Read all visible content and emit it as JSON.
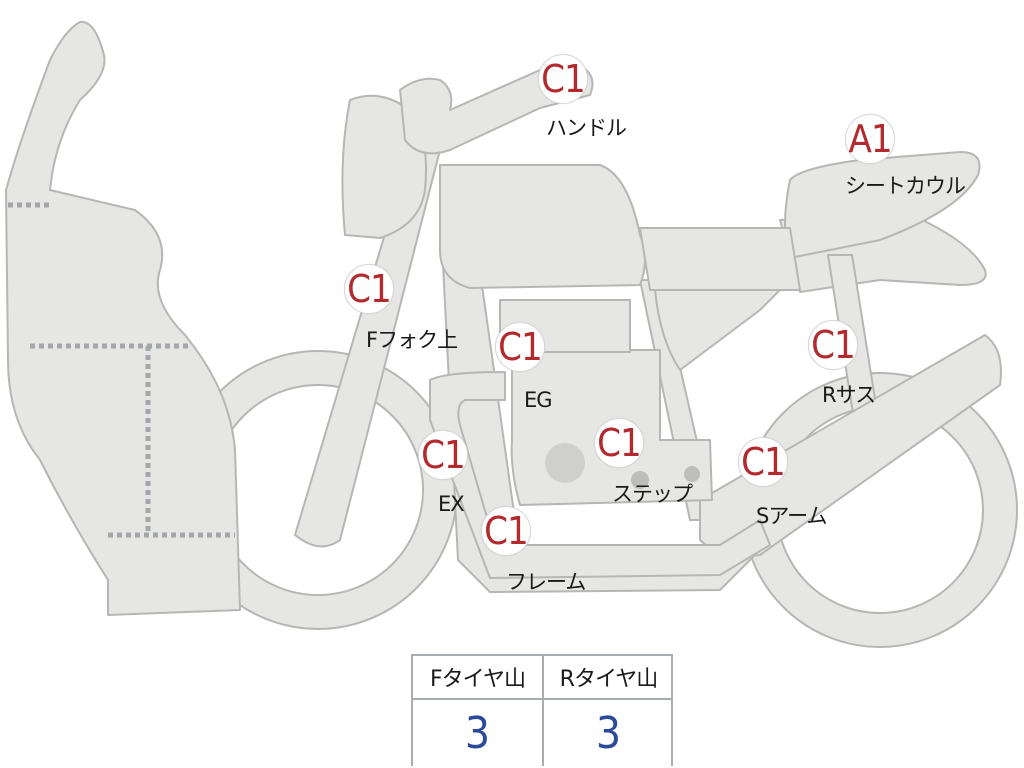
{
  "parts": [
    {
      "id": "handle",
      "grade": "C1",
      "label": "ハンドル"
    },
    {
      "id": "seat-cowl",
      "grade": "A1",
      "label": "シートカウル"
    },
    {
      "id": "f-fork-upper",
      "grade": "C1",
      "label": "Fフォク上"
    },
    {
      "id": "engine",
      "grade": "C1",
      "label": "EG"
    },
    {
      "id": "r-suspension",
      "grade": "C1",
      "label": "Rサス"
    },
    {
      "id": "exhaust",
      "grade": "C1",
      "label": "EX"
    },
    {
      "id": "step",
      "grade": "C1",
      "label": "ステップ"
    },
    {
      "id": "swing-arm",
      "grade": "C1",
      "label": "Sアーム"
    },
    {
      "id": "frame",
      "grade": "C1",
      "label": "フレーム"
    }
  ],
  "tread_table": {
    "front_header": "Fタイヤ山",
    "rear_header": "Rタイヤ山",
    "front_value": "3",
    "rear_value": "3"
  },
  "colors": {
    "part_fill": "#e6e6e4",
    "part_stroke": "#b6b6b4",
    "grade_text": "#b22a2e",
    "value_text": "#2c4a9a",
    "table_border": "#a9acb0"
  }
}
